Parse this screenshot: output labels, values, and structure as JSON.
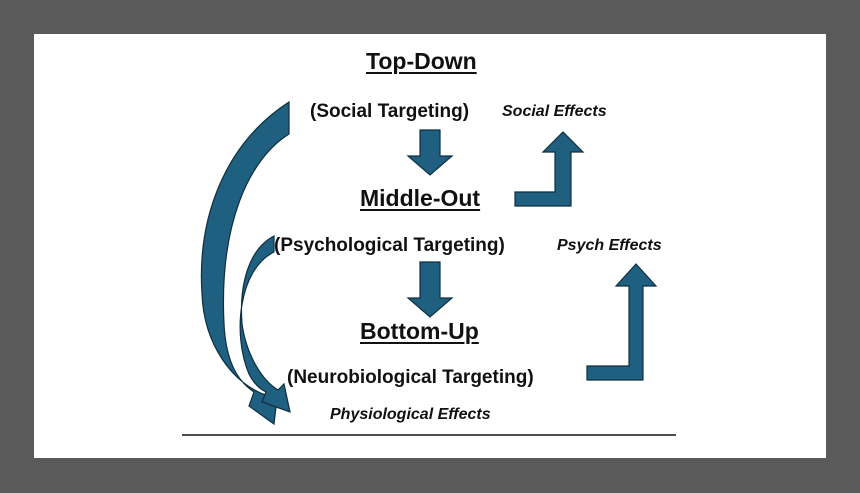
{
  "levels": {
    "top": {
      "heading": "Top-Down",
      "targeting": "(Social Targeting)",
      "effect": "Social Effects"
    },
    "middle": {
      "heading": "Middle-Out",
      "targeting": "(Psychological Targeting)",
      "effect": "Psych Effects"
    },
    "bottom": {
      "heading": "Bottom-Up",
      "targeting": "(Neurobiological Targeting)",
      "effect": "Physiological Effects"
    }
  },
  "colors": {
    "arrow_fill": "#1f5f7f",
    "arrow_stroke": "#0f2f40",
    "frame": "#5a5a5a",
    "slide": "#ffffff",
    "text": "#111111"
  }
}
